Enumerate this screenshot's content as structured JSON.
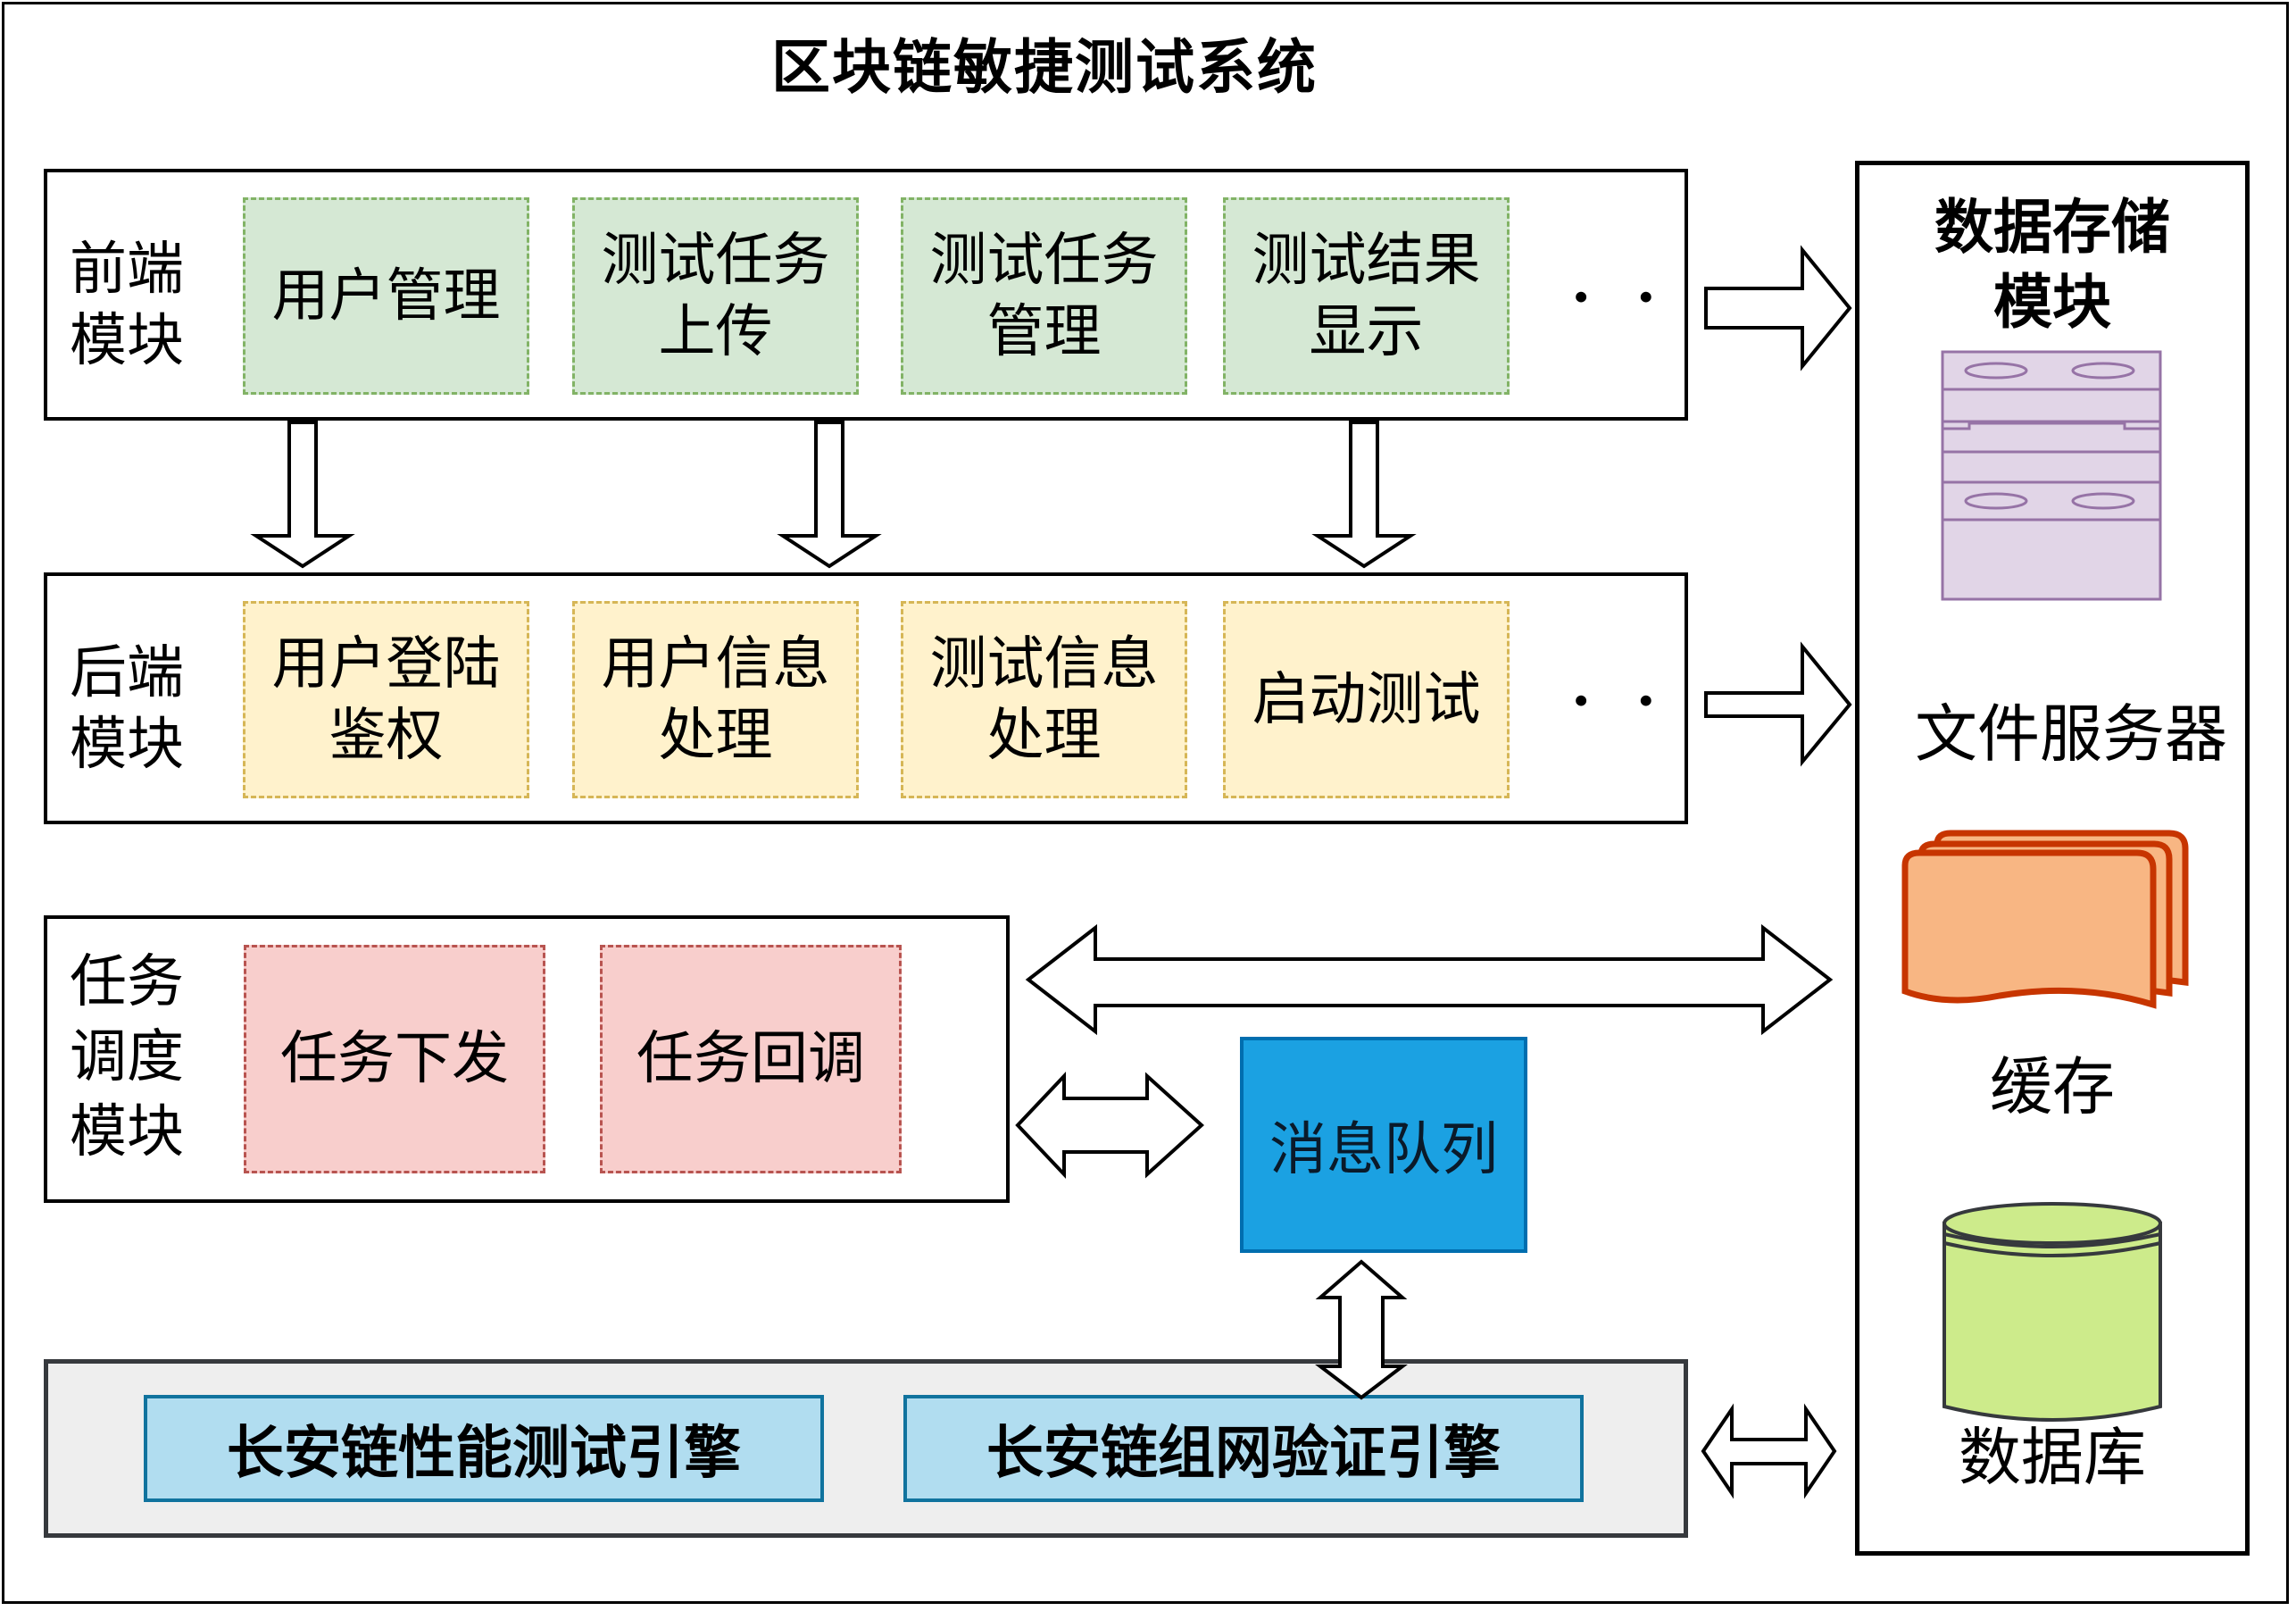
{
  "title": "区块链敏捷测试系统",
  "frontend": {
    "label_line1": "前端",
    "label_line2": "模块",
    "items": [
      {
        "line1": "用户管理",
        "line2": ""
      },
      {
        "line1": "测试任务",
        "line2": "上传"
      },
      {
        "line1": "测试任务",
        "line2": "管理"
      },
      {
        "line1": "测试结果",
        "line2": "显示"
      }
    ],
    "ellipsis": "· · ·"
  },
  "backend": {
    "label_line1": "后端",
    "label_line2": "模块",
    "items": [
      {
        "line1": "用户登陆",
        "line2": "鉴权"
      },
      {
        "line1": "用户信息",
        "line2": "处理"
      },
      {
        "line1": "测试信息",
        "line2": "处理"
      },
      {
        "line1": "启动测试",
        "line2": ""
      }
    ],
    "ellipsis": "· · ·"
  },
  "scheduler": {
    "label_line1": "任务",
    "label_line2": "调度",
    "label_line3": "模块",
    "items": [
      "任务下发",
      "任务回调"
    ]
  },
  "message_queue": {
    "label": "消息队列"
  },
  "engines": {
    "items": [
      "长安链性能测试引擎",
      "长安链组网验证引擎"
    ]
  },
  "storage": {
    "label_line1": "数据存储",
    "label_line2": "模块",
    "file_server": "文件服务器",
    "cache": "缓存",
    "database": "数据库"
  },
  "colors": {
    "frontend_fill": "#d5e8d4",
    "frontend_stroke": "#82b366",
    "backend_fill": "#fff2cc",
    "backend_stroke": "#d6b656",
    "scheduler_fill": "#f8cecc",
    "scheduler_stroke": "#b85450",
    "mq_fill": "#1ba1e2",
    "engine_fill": "#b1ddf0",
    "file_server_fill": "#e1d5e7",
    "cache_fill": "#f8b683",
    "database_fill": "#cdeb8b"
  }
}
